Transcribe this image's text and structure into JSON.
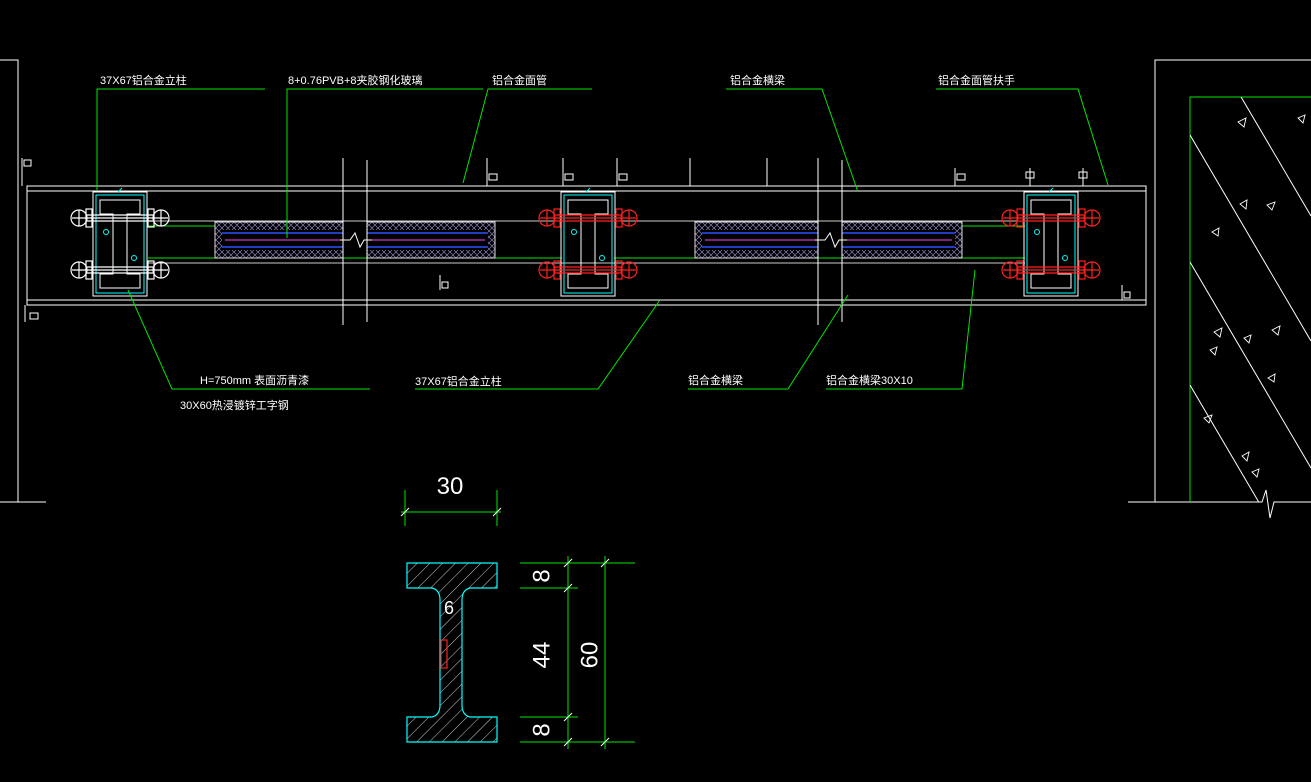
{
  "labels_top": {
    "post": "37X67铝合金立柱",
    "glass": "8+0.76PVB+8夹胶钢化玻璃",
    "face_tube": "铝合金面管",
    "crossbeam": "铝合金横梁",
    "handrail": "铝合金面管扶手"
  },
  "labels_bottom": {
    "height_coating": "H=750mm 表面沥青漆",
    "steel": "30X60热浸镀锌工字钢",
    "post": "37X67铝合金立柱",
    "crossbeam": "铝合金横梁",
    "crossbeam_size": "铝合金横梁30X10"
  },
  "section_dims": {
    "width": "30",
    "flange_top": "8",
    "web_height": "44",
    "flange_bottom": "8",
    "total_height": "60",
    "web_thickness": "6"
  },
  "colors": {
    "background": "#000000",
    "line": "#ffffff",
    "leader": "#00e600",
    "section_outline": "#00ffff",
    "bolt_highlight": "#ff2020",
    "glass_hatch": "#8a7fb8",
    "glass_interlayer": "#3050ff",
    "glass_core": "#ff40ff"
  }
}
